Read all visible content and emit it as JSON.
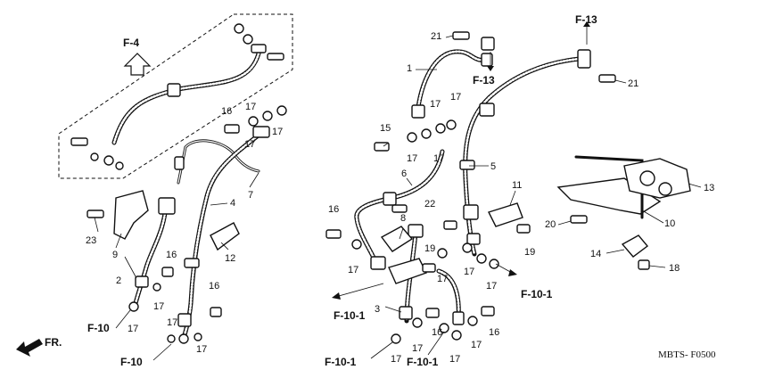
{
  "diagram": {
    "code": "MBTS- F0500",
    "front_label": "FR."
  },
  "refs": {
    "f4": "F-4",
    "f13": "F-13",
    "f10": "F-10",
    "f101": "F-10-1"
  },
  "callouts": {
    "n1": "1",
    "n2": "2",
    "n3": "3",
    "n4": "4",
    "n5": "5",
    "n6": "6",
    "n7": "7",
    "n8": "8",
    "n9": "9",
    "n10": "10",
    "n11": "11",
    "n12": "12",
    "n13": "13",
    "n14": "14",
    "n15": "15",
    "n16": "16",
    "n17": "17",
    "n18": "18",
    "n19": "19",
    "n20": "20",
    "n21": "21",
    "n22": "22",
    "n23": "23"
  }
}
